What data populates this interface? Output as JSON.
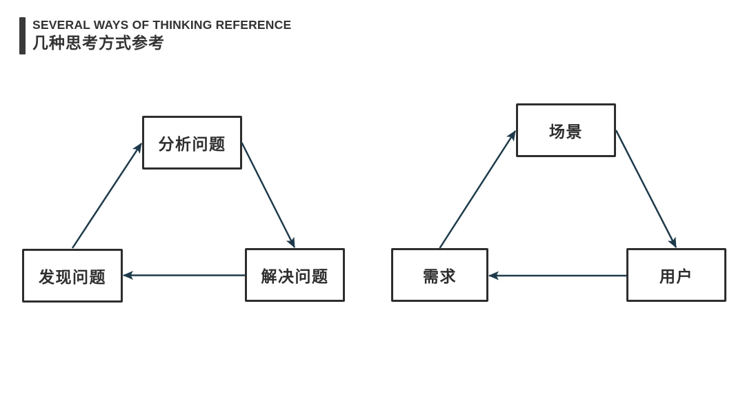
{
  "header": {
    "title_en": "SEVERAL WAYS OF THINKING REFERENCE",
    "title_zh": "几种思考方式参考"
  },
  "diagrams": [
    {
      "name": "problem-thinking-cycle",
      "nodes": [
        {
          "id": "analyze",
          "label": "分析问题",
          "position": "top"
        },
        {
          "id": "find",
          "label": "发现问题",
          "position": "bottom-left"
        },
        {
          "id": "solve",
          "label": "解决问题",
          "position": "bottom-right"
        }
      ],
      "edges": [
        {
          "from": "发现问题",
          "to": "分析问题"
        },
        {
          "from": "分析问题",
          "to": "解决问题"
        },
        {
          "from": "解决问题",
          "to": "发现问题"
        }
      ]
    },
    {
      "name": "user-scene-demand-cycle",
      "nodes": [
        {
          "id": "scene",
          "label": "场景",
          "position": "top"
        },
        {
          "id": "demand",
          "label": "需求",
          "position": "bottom-left"
        },
        {
          "id": "user",
          "label": "用户",
          "position": "bottom-right"
        }
      ],
      "edges": [
        {
          "from": "需求",
          "to": "场景"
        },
        {
          "from": "场景",
          "to": "用户"
        },
        {
          "from": "用户",
          "to": "需求"
        }
      ]
    }
  ],
  "colors": {
    "arrow": "#1d3a4a",
    "box_border": "#2d2d2d",
    "text": "#333333",
    "background": "#ffffff"
  }
}
